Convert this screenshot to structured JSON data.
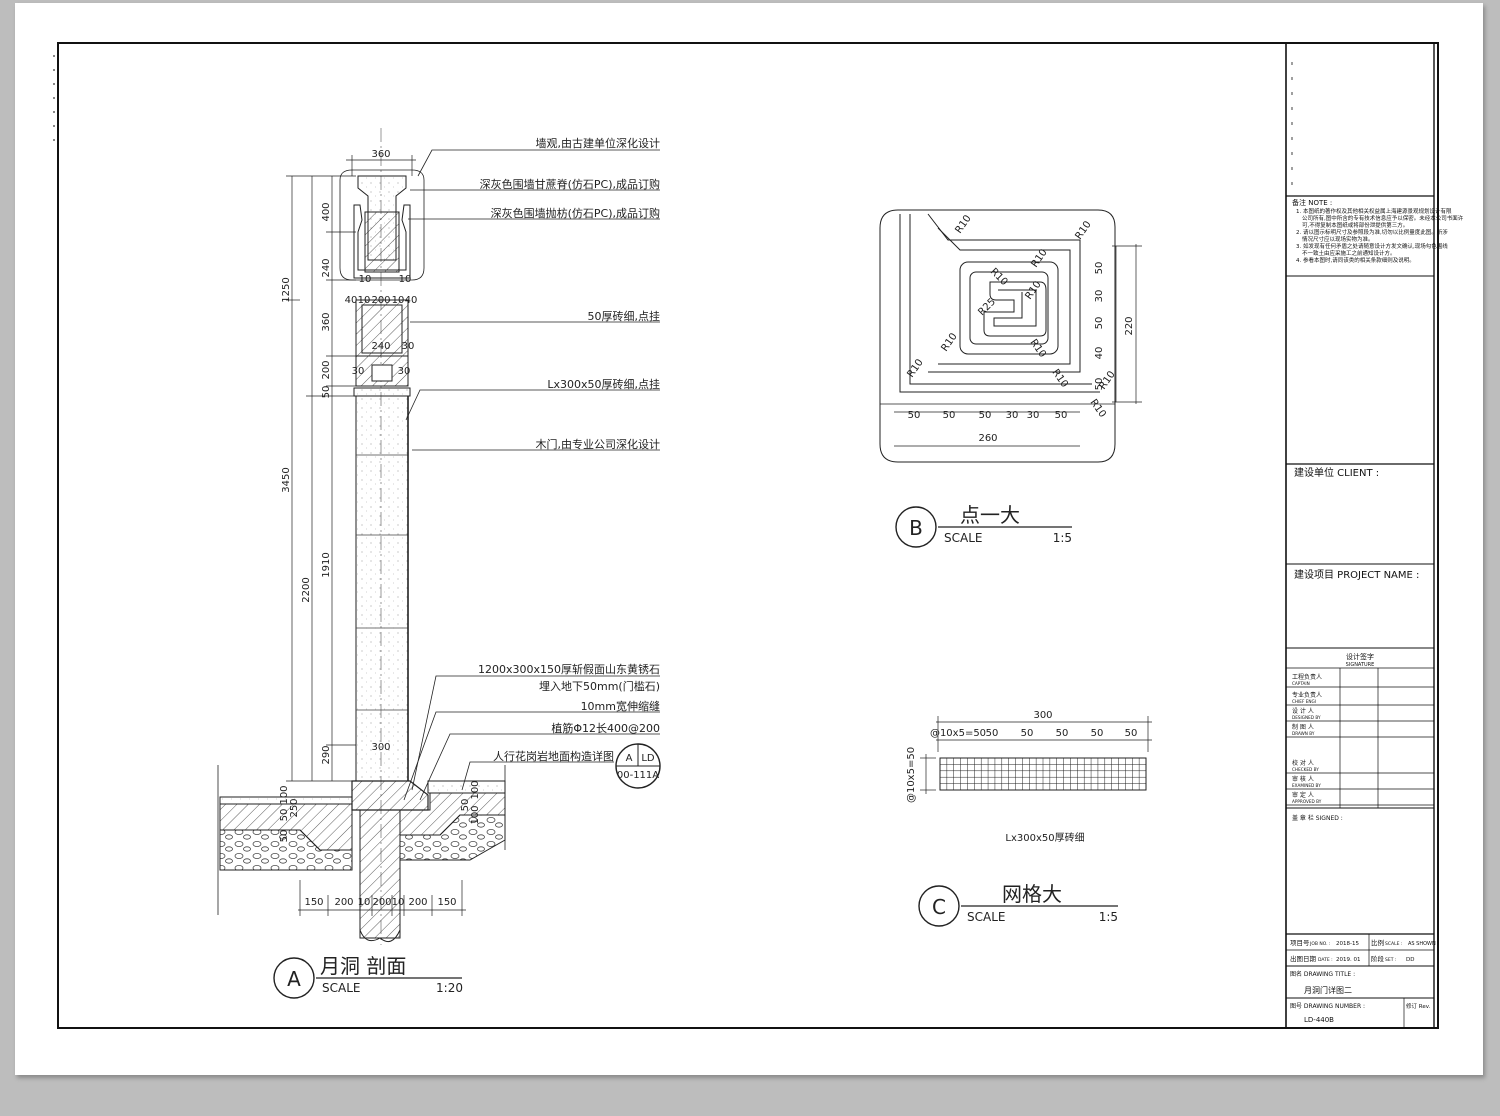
{
  "detail_a": {
    "circle_letter": "A",
    "title": "月洞  剖面",
    "scale_word": "SCALE",
    "scale_value": "1:20",
    "callouts": [
      "墙观,由古建单位深化设计",
      "深灰色围墙甘蔗脊(仿石PC),成品订购",
      "深灰色围墙抛枋(仿石PC),成品订购",
      "50厚砖细,点挂",
      "Lx300x50厚砖细,点挂",
      "木门,由专业公司深化设计",
      "1200x300x150厚斩假面山东黄锈石",
      "埋入地下50mm(门槛石)",
      "10mm宽伸缩缝",
      "植筋Φ12长400@200",
      "人行花岗岩地面构造详图"
    ],
    "ref_tag": {
      "top_left": "A",
      "top_right": "LD",
      "bottom": "00-111A"
    },
    "dims_top": [
      "360"
    ],
    "dims_left_outer": [
      "1250",
      "3450",
      "2200"
    ],
    "dims_left_inner": [
      "400",
      "240",
      "360",
      "200",
      "50",
      "1910",
      "290"
    ],
    "dims_internal": [
      "10",
      "10",
      "40",
      "10",
      "200",
      "10",
      "40",
      "240",
      "30",
      "30",
      "30",
      "300",
      "100",
      "50",
      "250",
      "50",
      "100",
      "50",
      "100"
    ],
    "dims_bottom": [
      "150",
      "200",
      "10",
      "200",
      "10",
      "200",
      "150"
    ]
  },
  "detail_b": {
    "circle_letter": "B",
    "title": "点一大",
    "scale_word": "SCALE",
    "scale_value": "1:5",
    "radii": [
      "R10",
      "R10",
      "R10",
      "R10",
      "R10",
      "R25",
      "R10",
      "R10",
      "R10",
      "R10",
      "R10",
      "R10"
    ],
    "dims_right": [
      "50",
      "30",
      "50",
      "40",
      "50"
    ],
    "dim_right_total": "220",
    "dims_bottom": [
      "50",
      "50",
      "50",
      "30",
      "30",
      "50"
    ],
    "dim_bottom_total": "260"
  },
  "detail_c": {
    "circle_letter": "C",
    "title": "网格大",
    "scale_word": "SCALE",
    "scale_value": "1:5",
    "dim_top_total": "300",
    "dim_first": "@10x5=50",
    "dims_top": [
      "50",
      "50",
      "50",
      "50",
      "50"
    ],
    "dim_left": "@10x5=50",
    "caption": "Lx300x50厚砖细"
  },
  "title_block": {
    "note_label": "备注 NOTE :",
    "notes": [
      "1. 本图纸的著作权及其他相关权益属上海建源景观规划设计有限公司所有,图中所含的专有技术信息应予以保密。未经本公司书面许可,不得复制本图纸或将部份泄提供第三方。",
      "2. 请以图示标明尺寸及参照段为准,切勿以比例量度此图。所涉情况尺寸应以现场实物为准。",
      "3. 如发现有任何矛盾之处请随意设计方发文确认,现场勾色围线不一致土由应采施工之前通知设计方。",
      "4. 参看本图时,请同该类的相关条款细则及说明。"
    ],
    "client_label": "建设单位 CLIENT :",
    "project_label": "建设项目 PROJECT NAME :",
    "signature_title": "设计签字",
    "signature_sub": "SIGNATURE",
    "roles": [
      {
        "cn": "工程负责人",
        "en": "CAPTAIN"
      },
      {
        "cn": "专业负责人",
        "en": "CHIEF ENGI"
      },
      {
        "cn": "设 计 人",
        "en": "DESIGNED BY"
      },
      {
        "cn": "制 图 人",
        "en": "DRAWN BY"
      },
      {
        "cn": "校 对 人",
        "en": "CHECKED BY"
      },
      {
        "cn": "审 核 人",
        "en": "EXAMINED BY"
      },
      {
        "cn": "审 定 人",
        "en": "APPROVED BY"
      }
    ],
    "stamp_label": "盖 章 栏  SIGNED :",
    "job_label": "项目号",
    "job_en": "JOB NO. :",
    "job_value": "2018-15",
    "scale_label": "比例",
    "scale_en": "SCALE :",
    "scale_value": "AS SHOWN",
    "date_label": "出图日期",
    "date_en": "DATE :",
    "date_value": "2019. 01",
    "set_label": "阶段",
    "set_en": "SET :",
    "set_value": "DD",
    "title_label": "图名 DRAWING TITLE :",
    "title_value": "月洞门详图二",
    "number_label": "图号 DRAWING NUMBER :",
    "number_value": "LD-440B",
    "rev_label": "修订 Rev."
  }
}
